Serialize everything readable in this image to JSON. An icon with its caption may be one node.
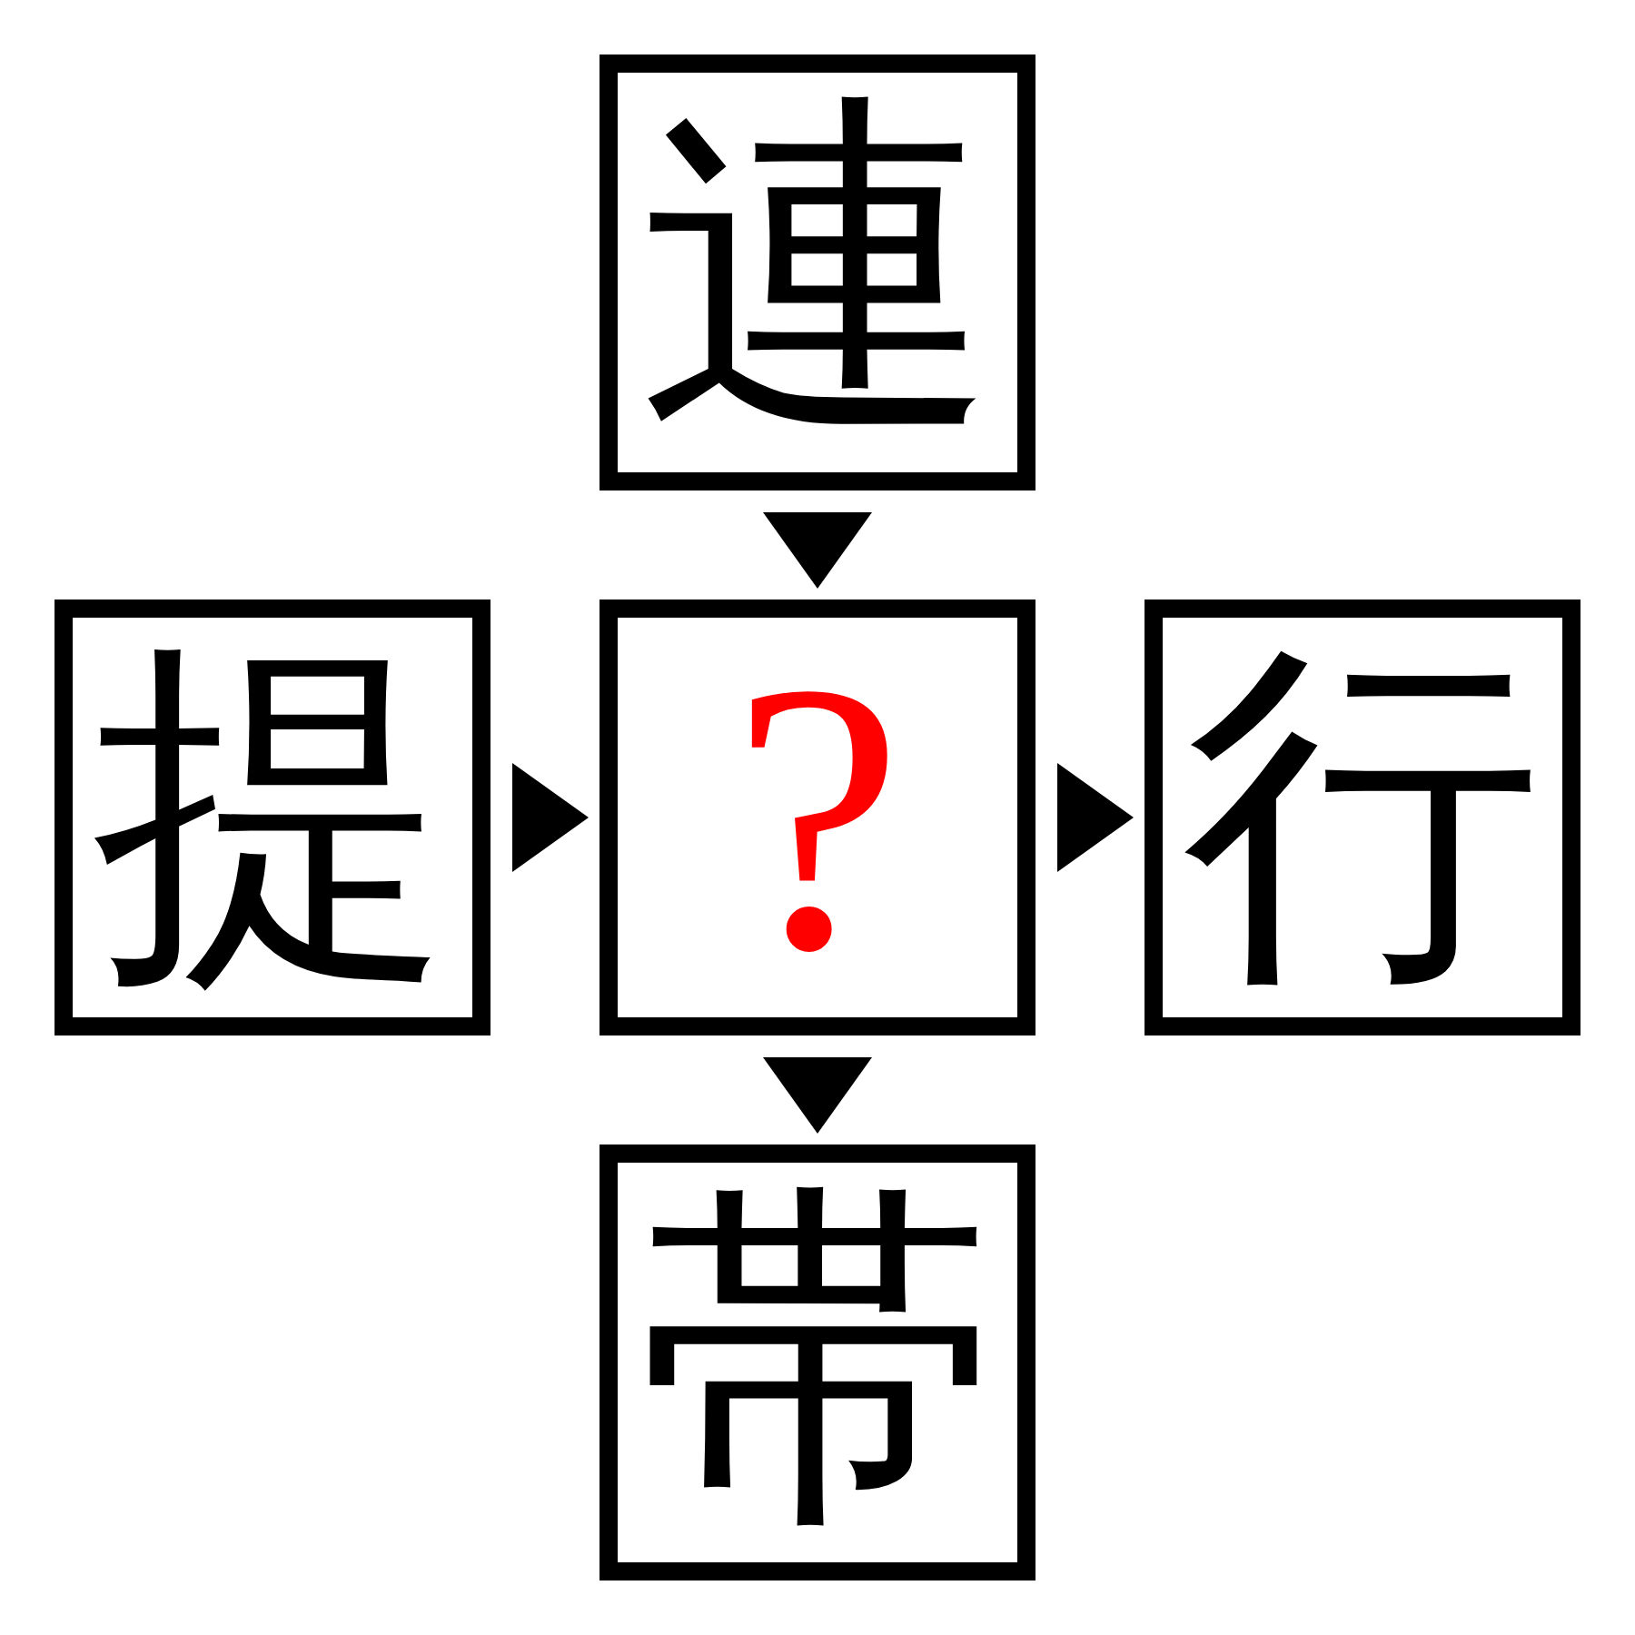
{
  "diagram": {
    "nodes": [
      {
        "text": [
          "連"
        ]
      },
      {
        "text": [
          "提"
        ]
      },
      {
        "text": [
          "?"
        ]
      },
      {
        "text": [
          "行"
        ]
      },
      {
        "text": [
          "帯"
        ]
      }
    ],
    "edges": [
      {
        "from": 0,
        "to": 2,
        "arrow": "to"
      },
      {
        "from": 1,
        "to": 2,
        "arrow": "to"
      },
      {
        "from": 2,
        "to": 3,
        "arrow": "to"
      },
      {
        "from": 2,
        "to": 4,
        "arrow": "to"
      }
    ]
  }
}
